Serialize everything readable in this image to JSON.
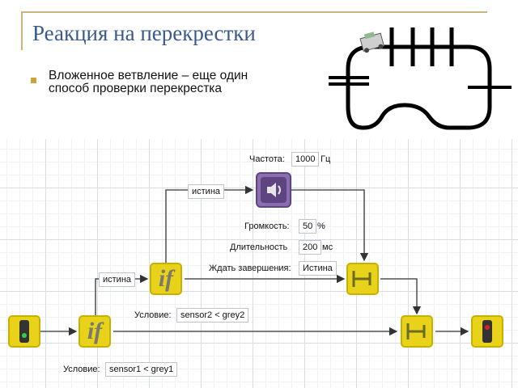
{
  "slide": {
    "title": "Реакция на перекрестки",
    "bullet": "Вложенное ветвление – еще один способ проверки перекрестка"
  },
  "program": {
    "branch_true_label": "истина",
    "inner_branch_true_label": "истина",
    "outer_condition_label": "Условие:",
    "outer_condition_value": "sensor1 < grey1",
    "inner_condition_label": "Условие:",
    "inner_condition_value": "sensor2 < grey2",
    "sound": {
      "frequency_label": "Частота:",
      "frequency_value": "1000",
      "frequency_unit": "Гц",
      "volume_label": "Громкость:",
      "volume_value": "50",
      "volume_unit": "%",
      "duration_label": "Длительность",
      "duration_value": "200",
      "duration_unit": "мс",
      "wait_label": "Ждать завершения:",
      "wait_value": "Истина"
    }
  },
  "colors": {
    "title": "#3a5a8c",
    "block_yellow": "#e8d21a",
    "sound_purple": "#8a6fb0",
    "wire": "#333333"
  }
}
